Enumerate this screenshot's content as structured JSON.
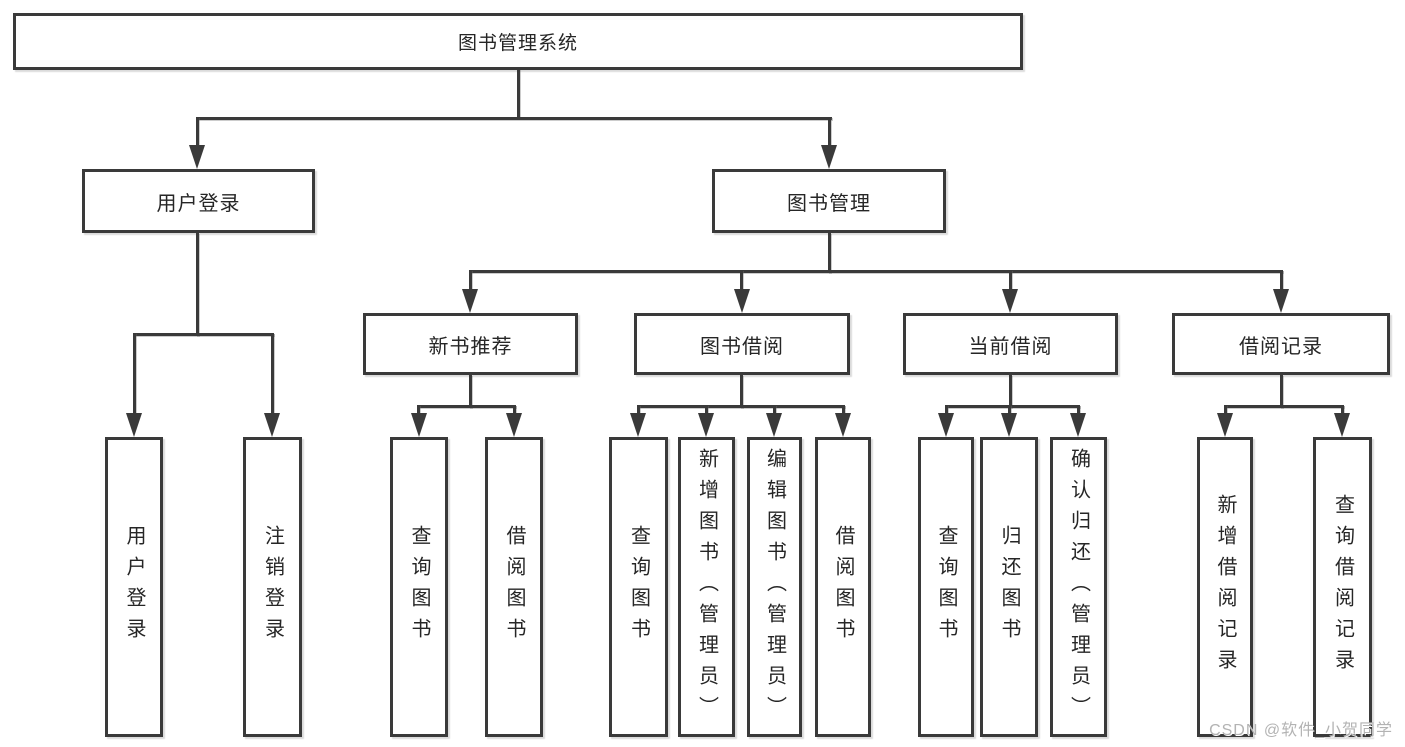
{
  "tree": {
    "label": "图书管理系统",
    "children": [
      {
        "label": "用户登录",
        "children": [
          {
            "label": "用户登录"
          },
          {
            "label": "注销登录"
          }
        ]
      },
      {
        "label": "图书管理",
        "children": [
          {
            "label": "新书推荐",
            "children": [
              {
                "label": "查询图书"
              },
              {
                "label": "借阅图书"
              }
            ]
          },
          {
            "label": "图书借阅",
            "children": [
              {
                "label": "查询图书"
              },
              {
                "label": "新增图书（管理员）"
              },
              {
                "label": "编辑图书（管理员）"
              },
              {
                "label": "借阅图书"
              }
            ]
          },
          {
            "label": "当前借阅",
            "children": [
              {
                "label": "查询图书"
              },
              {
                "label": "归还图书"
              },
              {
                "label": "确认归还（管理员）"
              }
            ]
          },
          {
            "label": "借阅记录",
            "children": [
              {
                "label": "新增借阅记录"
              },
              {
                "label": "查询借阅记录"
              }
            ]
          }
        ]
      }
    ]
  },
  "watermark": {
    "text": "CSDN @软件_小贺同学"
  },
  "colors": {
    "line": "#3a3a3a",
    "box_border": "#3a3a3a",
    "text": "#262626",
    "background": "#ffffff",
    "watermark_text": "#b3b3b3"
  }
}
